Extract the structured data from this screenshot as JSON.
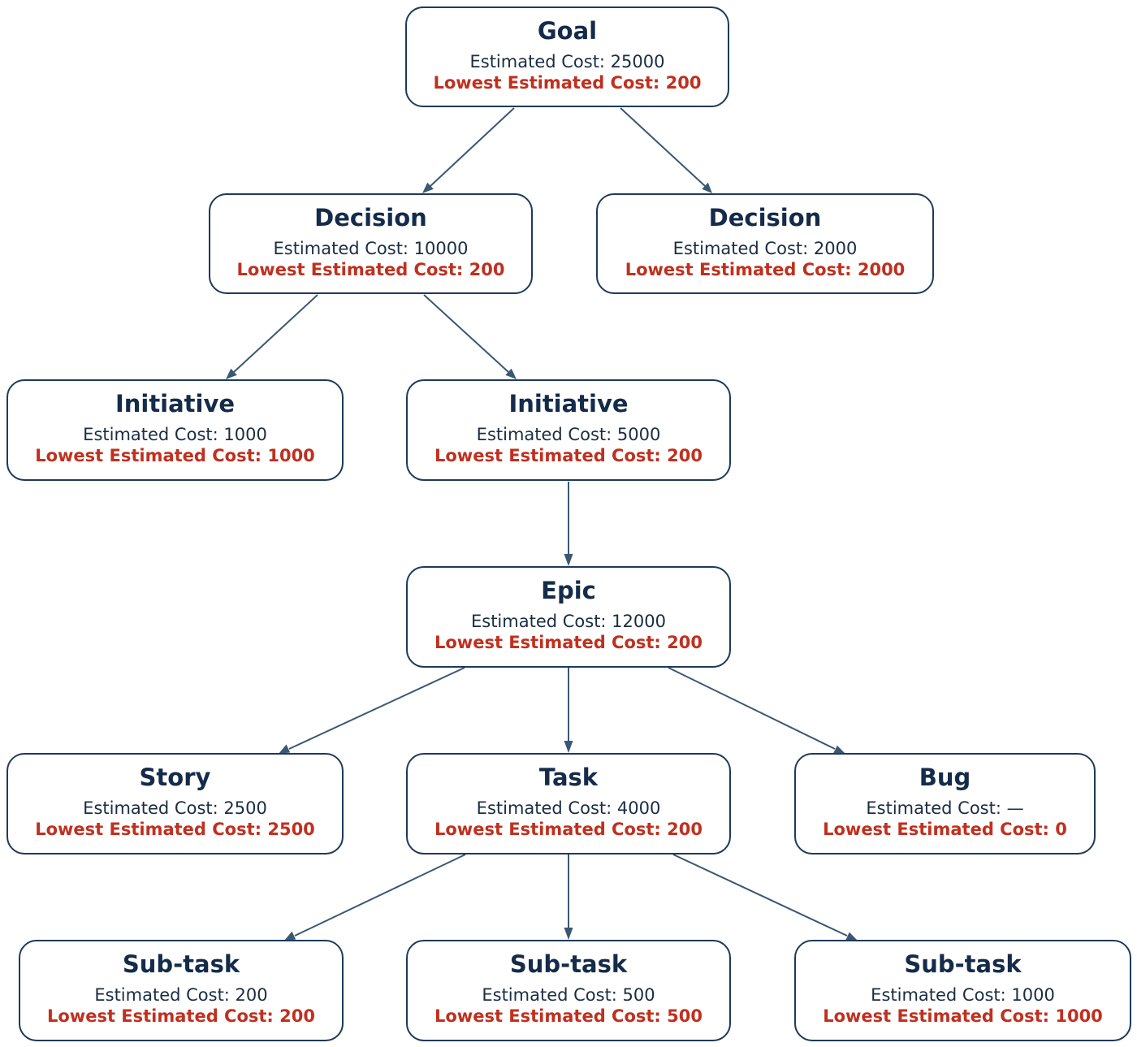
{
  "nodes": {
    "goal": {
      "title": "Goal",
      "cost": "Estimated Cost: 25000",
      "lowest": "Lowest Estimated Cost: 200"
    },
    "decision_1": {
      "title": "Decision",
      "cost": "Estimated Cost: 10000",
      "lowest": "Lowest Estimated Cost: 200"
    },
    "decision_2": {
      "title": "Decision",
      "cost": "Estimated Cost: 2000",
      "lowest": "Lowest Estimated Cost: 2000"
    },
    "initiative_1": {
      "title": "Initiative",
      "cost": "Estimated Cost: 1000",
      "lowest": "Lowest Estimated Cost: 1000"
    },
    "initiative_2": {
      "title": "Initiative",
      "cost": "Estimated Cost: 5000",
      "lowest": "Lowest Estimated Cost: 200"
    },
    "epic": {
      "title": "Epic",
      "cost": "Estimated Cost: 12000",
      "lowest": "Lowest Estimated Cost: 200"
    },
    "story": {
      "title": "Story",
      "cost": "Estimated Cost: 2500",
      "lowest": "Lowest Estimated Cost: 2500"
    },
    "task": {
      "title": "Task",
      "cost": "Estimated Cost: 4000",
      "lowest": "Lowest Estimated Cost: 200"
    },
    "bug": {
      "title": "Bug",
      "cost": "Estimated Cost: —",
      "lowest": "Lowest Estimated Cost: 0"
    },
    "subtask_1": {
      "title": "Sub-task",
      "cost": "Estimated Cost: 200",
      "lowest": "Lowest Estimated Cost: 200"
    },
    "subtask_2": {
      "title": "Sub-task",
      "cost": "Estimated Cost: 500",
      "lowest": "Lowest Estimated Cost: 500"
    },
    "subtask_3": {
      "title": "Sub-task",
      "cost": "Estimated Cost: 1000",
      "lowest": "Lowest Estimated Cost: 1000"
    }
  },
  "edges": [
    [
      "goal",
      "decision_1"
    ],
    [
      "goal",
      "decision_2"
    ],
    [
      "decision_1",
      "initiative_1"
    ],
    [
      "decision_1",
      "initiative_2"
    ],
    [
      "initiative_2",
      "epic"
    ],
    [
      "epic",
      "story"
    ],
    [
      "epic",
      "task"
    ],
    [
      "epic",
      "bug"
    ],
    [
      "task",
      "subtask_1"
    ],
    [
      "task",
      "subtask_2"
    ],
    [
      "task",
      "subtask_3"
    ]
  ],
  "colors": {
    "border": "#1e3a5a",
    "title": "#142b4a",
    "lowest": "#c0301f",
    "edge": "#3a5874"
  }
}
